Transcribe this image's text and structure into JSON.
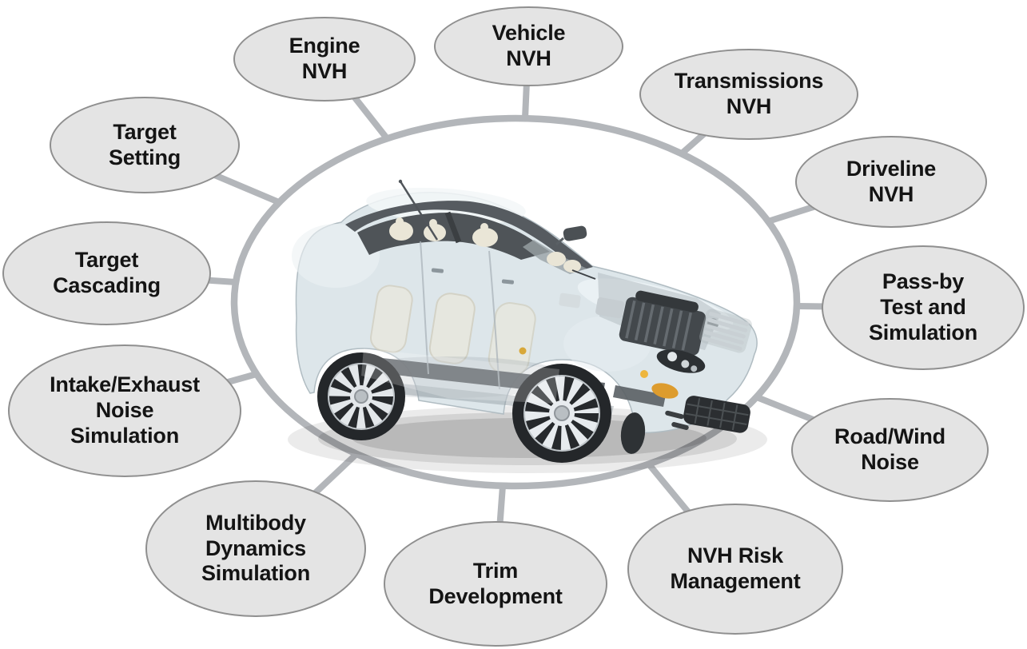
{
  "diagram": {
    "center": {
      "image_name": "transparent-car-cutaway-illustration"
    },
    "colors": {
      "background": "#ffffff",
      "node_fill": "#e4e4e4",
      "node_border": "#8f8f8f",
      "connector": "#b3b6ba",
      "text_color": "#141414"
    },
    "nodes": [
      {
        "id": "engine-nvh",
        "label": "Engine\nNVH"
      },
      {
        "id": "vehicle-nvh",
        "label": "Vehicle\nNVH"
      },
      {
        "id": "transmissions-nvh",
        "label": "Transmissions\nNVH"
      },
      {
        "id": "driveline-nvh",
        "label": "Driveline\nNVH"
      },
      {
        "id": "pass-by-test-and-simulation",
        "label": "Pass-by\nTest and\nSimulation"
      },
      {
        "id": "road-wind-noise",
        "label": "Road/Wind\nNoise"
      },
      {
        "id": "nvh-risk-management",
        "label": "NVH Risk\nManagement"
      },
      {
        "id": "trim-development",
        "label": "Trim\nDevelopment"
      },
      {
        "id": "multibody-dynamics-simulation",
        "label": "Multibody\nDynamics\nSimulation"
      },
      {
        "id": "intake-exhaust-noise-simulation",
        "label": "Intake/Exhaust\nNoise\nSimulation"
      },
      {
        "id": "target-cascading",
        "label": "Target\nCascading"
      },
      {
        "id": "target-setting",
        "label": "Target\nSetting"
      }
    ]
  }
}
